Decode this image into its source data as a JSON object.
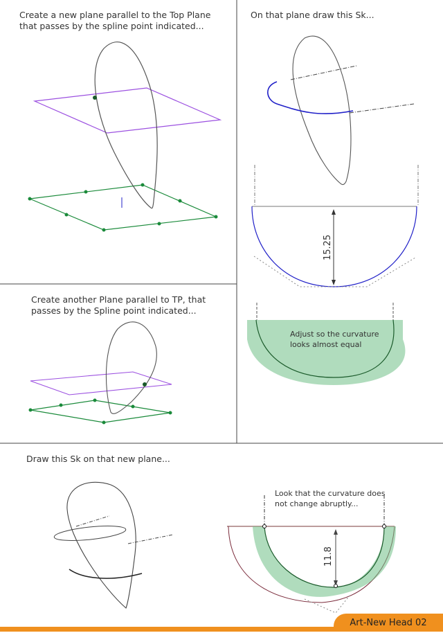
{
  "panels": {
    "step1": {
      "line1": "Create a new plane parallel to the Top Plane",
      "line2": "that passes by the spline point indicated..."
    },
    "step2": {
      "line1": "On that plane draw this Sk...",
      "dimension": "15.25",
      "note_line1": "Adjust so the curvature",
      "note_line2": "looks almost equal"
    },
    "step3": {
      "line1": "Create another Plane parallel to TP, that",
      "line2": "passes by the Spline point indicated..."
    },
    "step4": {
      "line1": "Draw this Sk on that new plane...",
      "dimension": "11.8",
      "note_line1": "Look that the curvature does",
      "note_line2": "not change abruptly..."
    }
  },
  "footer": {
    "label": "Art-New Head 02"
  },
  "colors": {
    "accent": "#f0901e",
    "plane_new": "#9b4fe0",
    "plane_top": "#1a8a3a",
    "sketch": "#2020c8",
    "curvature": "#2e9a48"
  }
}
